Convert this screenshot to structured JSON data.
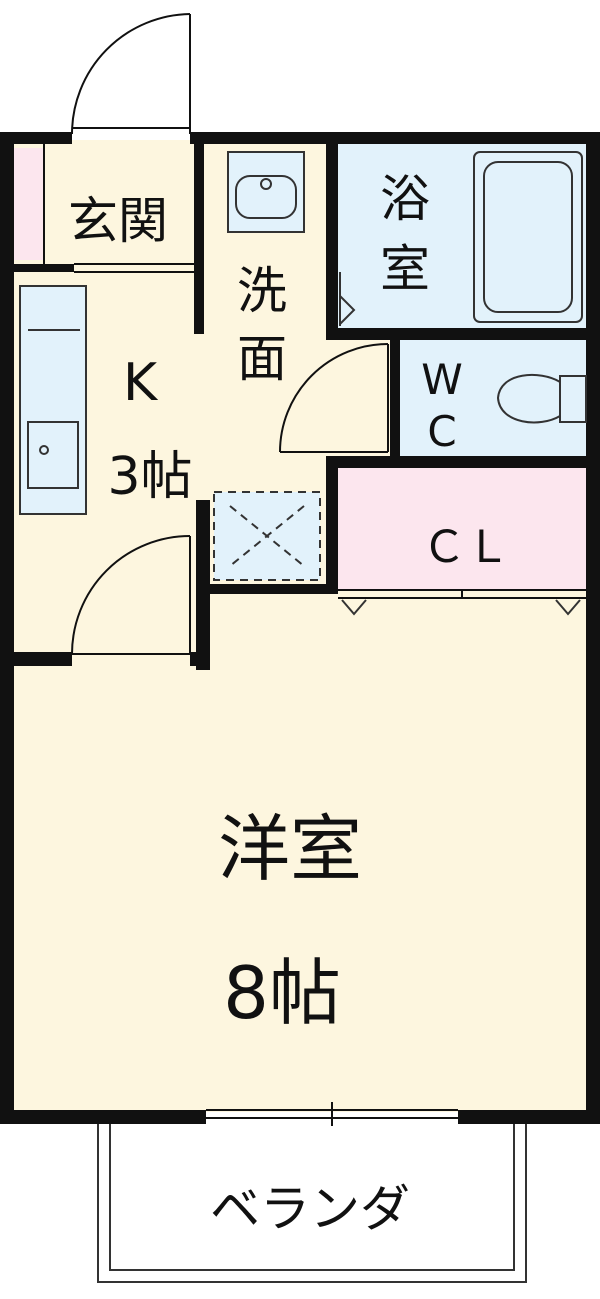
{
  "colors": {
    "wall": "#111111",
    "room_yellow": "#fdf6df",
    "room_blue": "#e2f2fb",
    "room_pink": "#fce6ee",
    "fixture_stroke": "#333333"
  },
  "rooms": {
    "genkan": {
      "label": "玄関"
    },
    "bath": {
      "label_1": "浴",
      "label_2": "室"
    },
    "washroom": {
      "label_1": "洗",
      "label_2": "面"
    },
    "wc": {
      "label_1": "W",
      "label_2": "C"
    },
    "kitchen": {
      "label_1": "K",
      "label_2": "3帖"
    },
    "closet": {
      "label": "ＣＬ"
    },
    "western_room": {
      "label_1": "洋室",
      "label_2": "8帖"
    },
    "veranda": {
      "label": "ベランダ"
    }
  }
}
